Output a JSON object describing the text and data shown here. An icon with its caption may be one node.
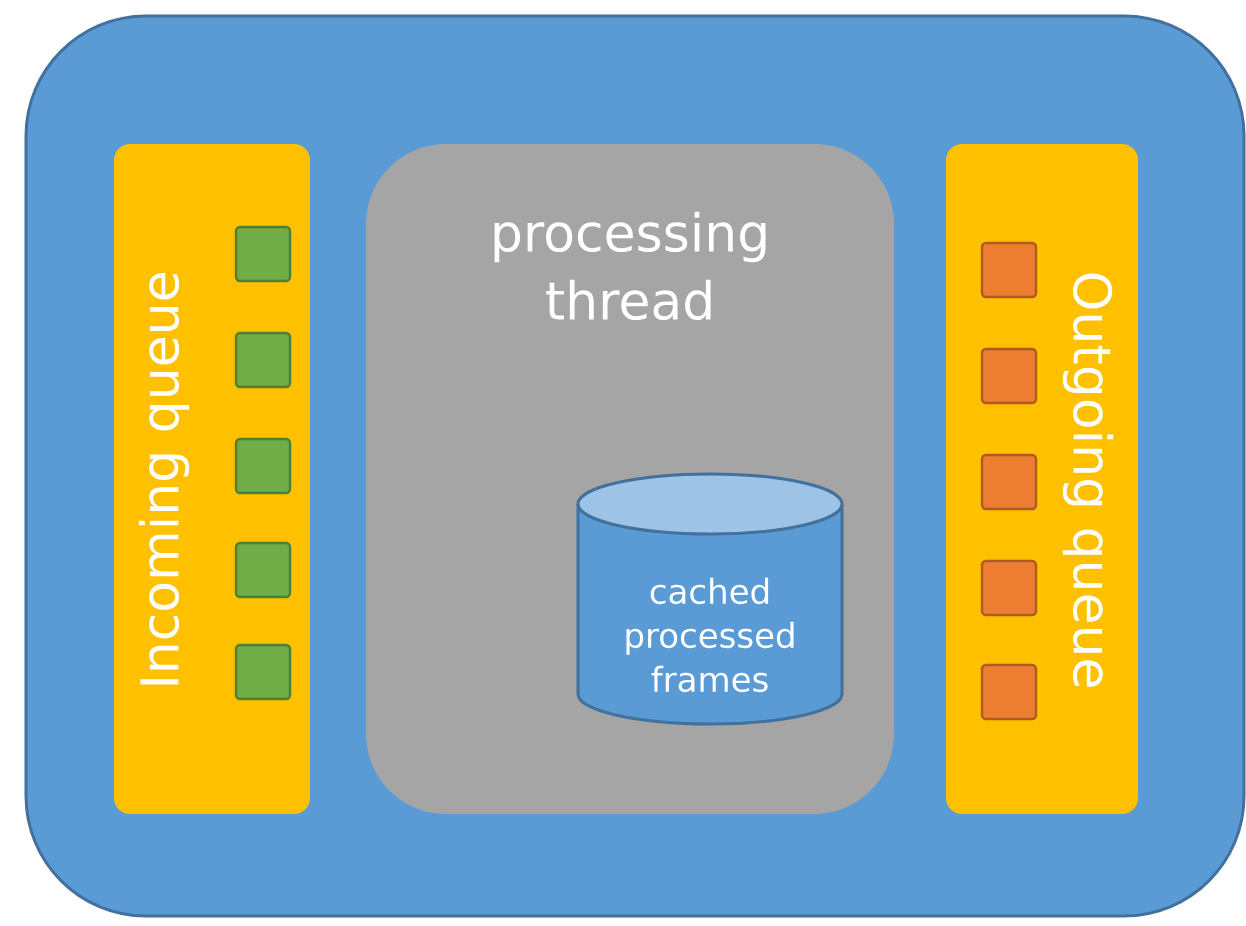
{
  "diagram": {
    "nodes": [
      {
        "text": [],
        "shape": "box"
      },
      {
        "text": [
          "Incoming queue"
        ],
        "in": 0
      },
      {
        "text": [],
        "shape": "box",
        "in": 1
      },
      {
        "text": [],
        "shape": "box",
        "in": 1
      },
      {
        "text": [],
        "shape": "box",
        "in": 1
      },
      {
        "text": [],
        "shape": "box",
        "in": 1
      },
      {
        "text": [],
        "shape": "box",
        "in": 1
      },
      {
        "text": [
          "processing thread"
        ],
        "in": 0
      },
      {
        "text": [
          "cached processed frames"
        ],
        "in": 7
      },
      {
        "text": [
          "Outgoing queue"
        ],
        "in": 0
      },
      {
        "text": [],
        "shape": "box",
        "in": 9
      },
      {
        "text": [],
        "shape": "box",
        "in": 9
      },
      {
        "text": [],
        "shape": "box",
        "in": 9
      },
      {
        "text": [],
        "shape": "box",
        "in": 9
      },
      {
        "text": [],
        "shape": "box",
        "in": 9
      }
    ]
  }
}
